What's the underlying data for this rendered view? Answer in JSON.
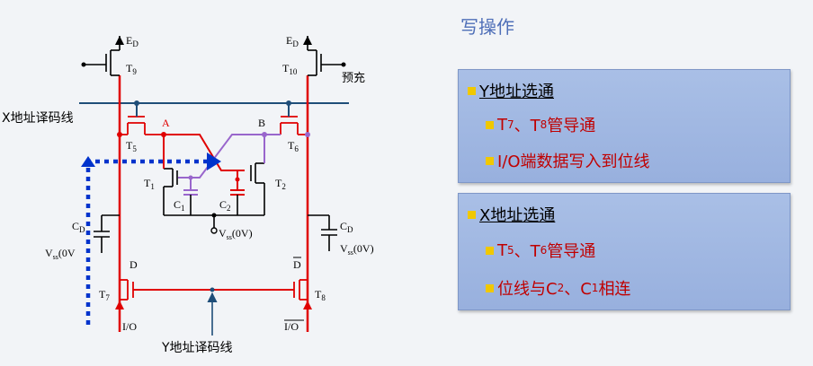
{
  "colors": {
    "accent_blue": "#4f6fb8",
    "wire_red": "#e00000",
    "wire_purple": "#9966cc",
    "dotted_blue": "#0033cc",
    "bullet_yellow": "#f0c800",
    "box_fill": "#a3b9e3"
  },
  "slide": {
    "title": "写操作"
  },
  "circuit": {
    "ed_left": "E",
    "ed_left_sub": "D",
    "ed_right": "E",
    "ed_right_sub": "D",
    "t9": "T",
    "t9_sub": "9",
    "t10": "T",
    "t10_sub": "10",
    "precharge": "预充",
    "x_decoder_line": "X地址译码线",
    "node_a": "A",
    "node_b": "B",
    "t5": "T",
    "t5_sub": "5",
    "t6": "T",
    "t6_sub": "6",
    "t1": "T",
    "t1_sub": "1",
    "t2": "T",
    "t2_sub": "2",
    "c1": "C",
    "c1_sub": "1",
    "c2": "C",
    "c2_sub": "2",
    "vss_mid": "V",
    "vss_mid_sub": "ss",
    "vss_mid_tail": "(0V)",
    "cd_left": "C",
    "cd_left_sub": "D",
    "vss_left": "V",
    "vss_left_sub": "ss",
    "vss_left_tail": "(0V",
    "cd_right": "C",
    "cd_right_sub": "D",
    "vss_right": "V",
    "vss_right_sub": "ss",
    "vss_right_tail": "(0V)",
    "d_label": "D",
    "dbar_label": "D",
    "t7": "T",
    "t7_sub": "7",
    "t8": "T",
    "t8_sub": "8",
    "io_label": "I/O",
    "iobar_label": "I/O",
    "y_decoder_line": "Y地址译码线"
  },
  "box1": {
    "heading": "Y地址选通",
    "line1_a": "T",
    "line1_a_sub": "7",
    "line1_b": "、T",
    "line1_b_sub": "8",
    "line1_c": "管导通",
    "line2": "I/O端数据写入到位线"
  },
  "box2": {
    "heading": "X地址选通",
    "line1_a": "T",
    "line1_a_sub": "5",
    "line1_b": "、T",
    "line1_b_sub": "6",
    "line1_c": "管导通",
    "line2_a": "位线与C",
    "line2_a_sub": "2",
    "line2_b": "、C",
    "line2_b_sub": "1",
    "line2_c": "相连"
  }
}
